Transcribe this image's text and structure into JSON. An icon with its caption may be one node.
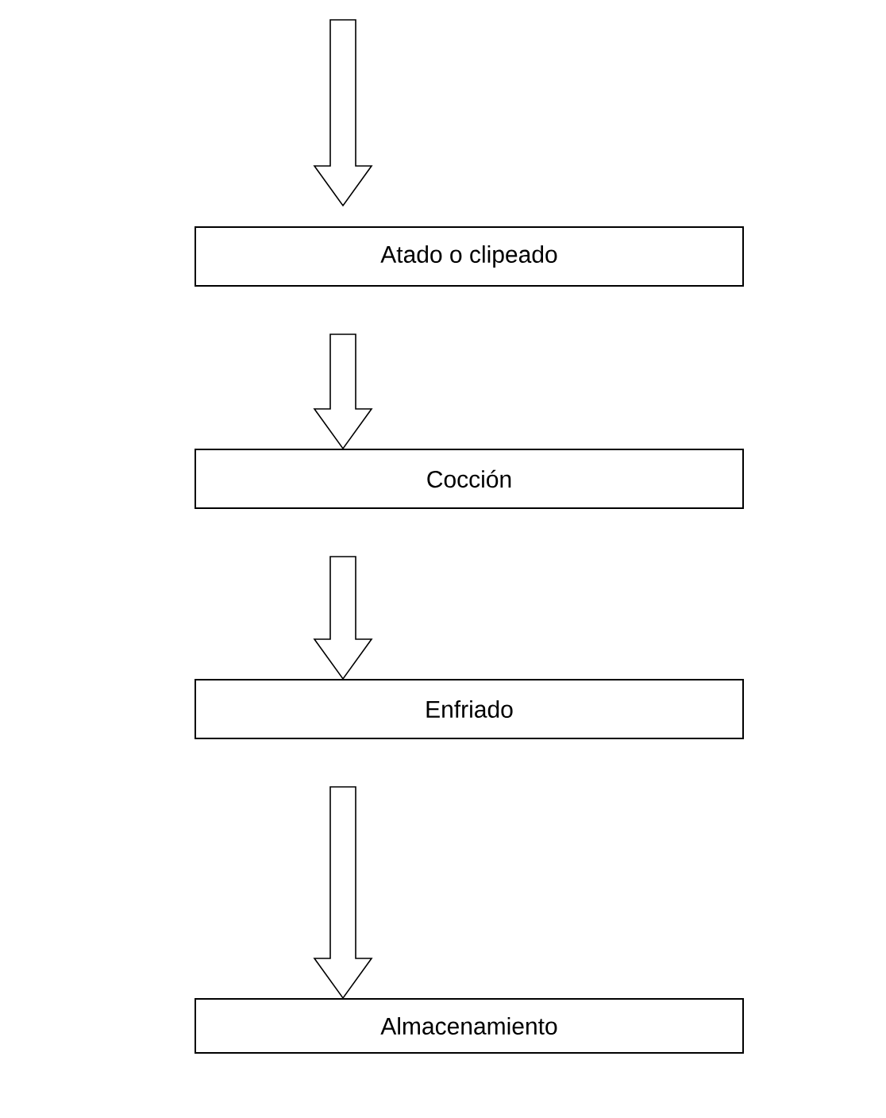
{
  "diagram": {
    "nodes": [
      {
        "text": [
          "Atado o clipeado"
        ]
      },
      {
        "text": [
          "Cocción"
        ]
      },
      {
        "text": [
          "Enfriado"
        ]
      },
      {
        "text": [
          "Almacenamiento"
        ]
      }
    ],
    "edges": [
      {
        "from": null,
        "to": 0,
        "arrow": "to"
      },
      {
        "from": 0,
        "to": 1,
        "arrow": "to"
      },
      {
        "from": 1,
        "to": 2,
        "arrow": "to"
      },
      {
        "from": 2,
        "to": 3,
        "arrow": "to"
      }
    ]
  }
}
